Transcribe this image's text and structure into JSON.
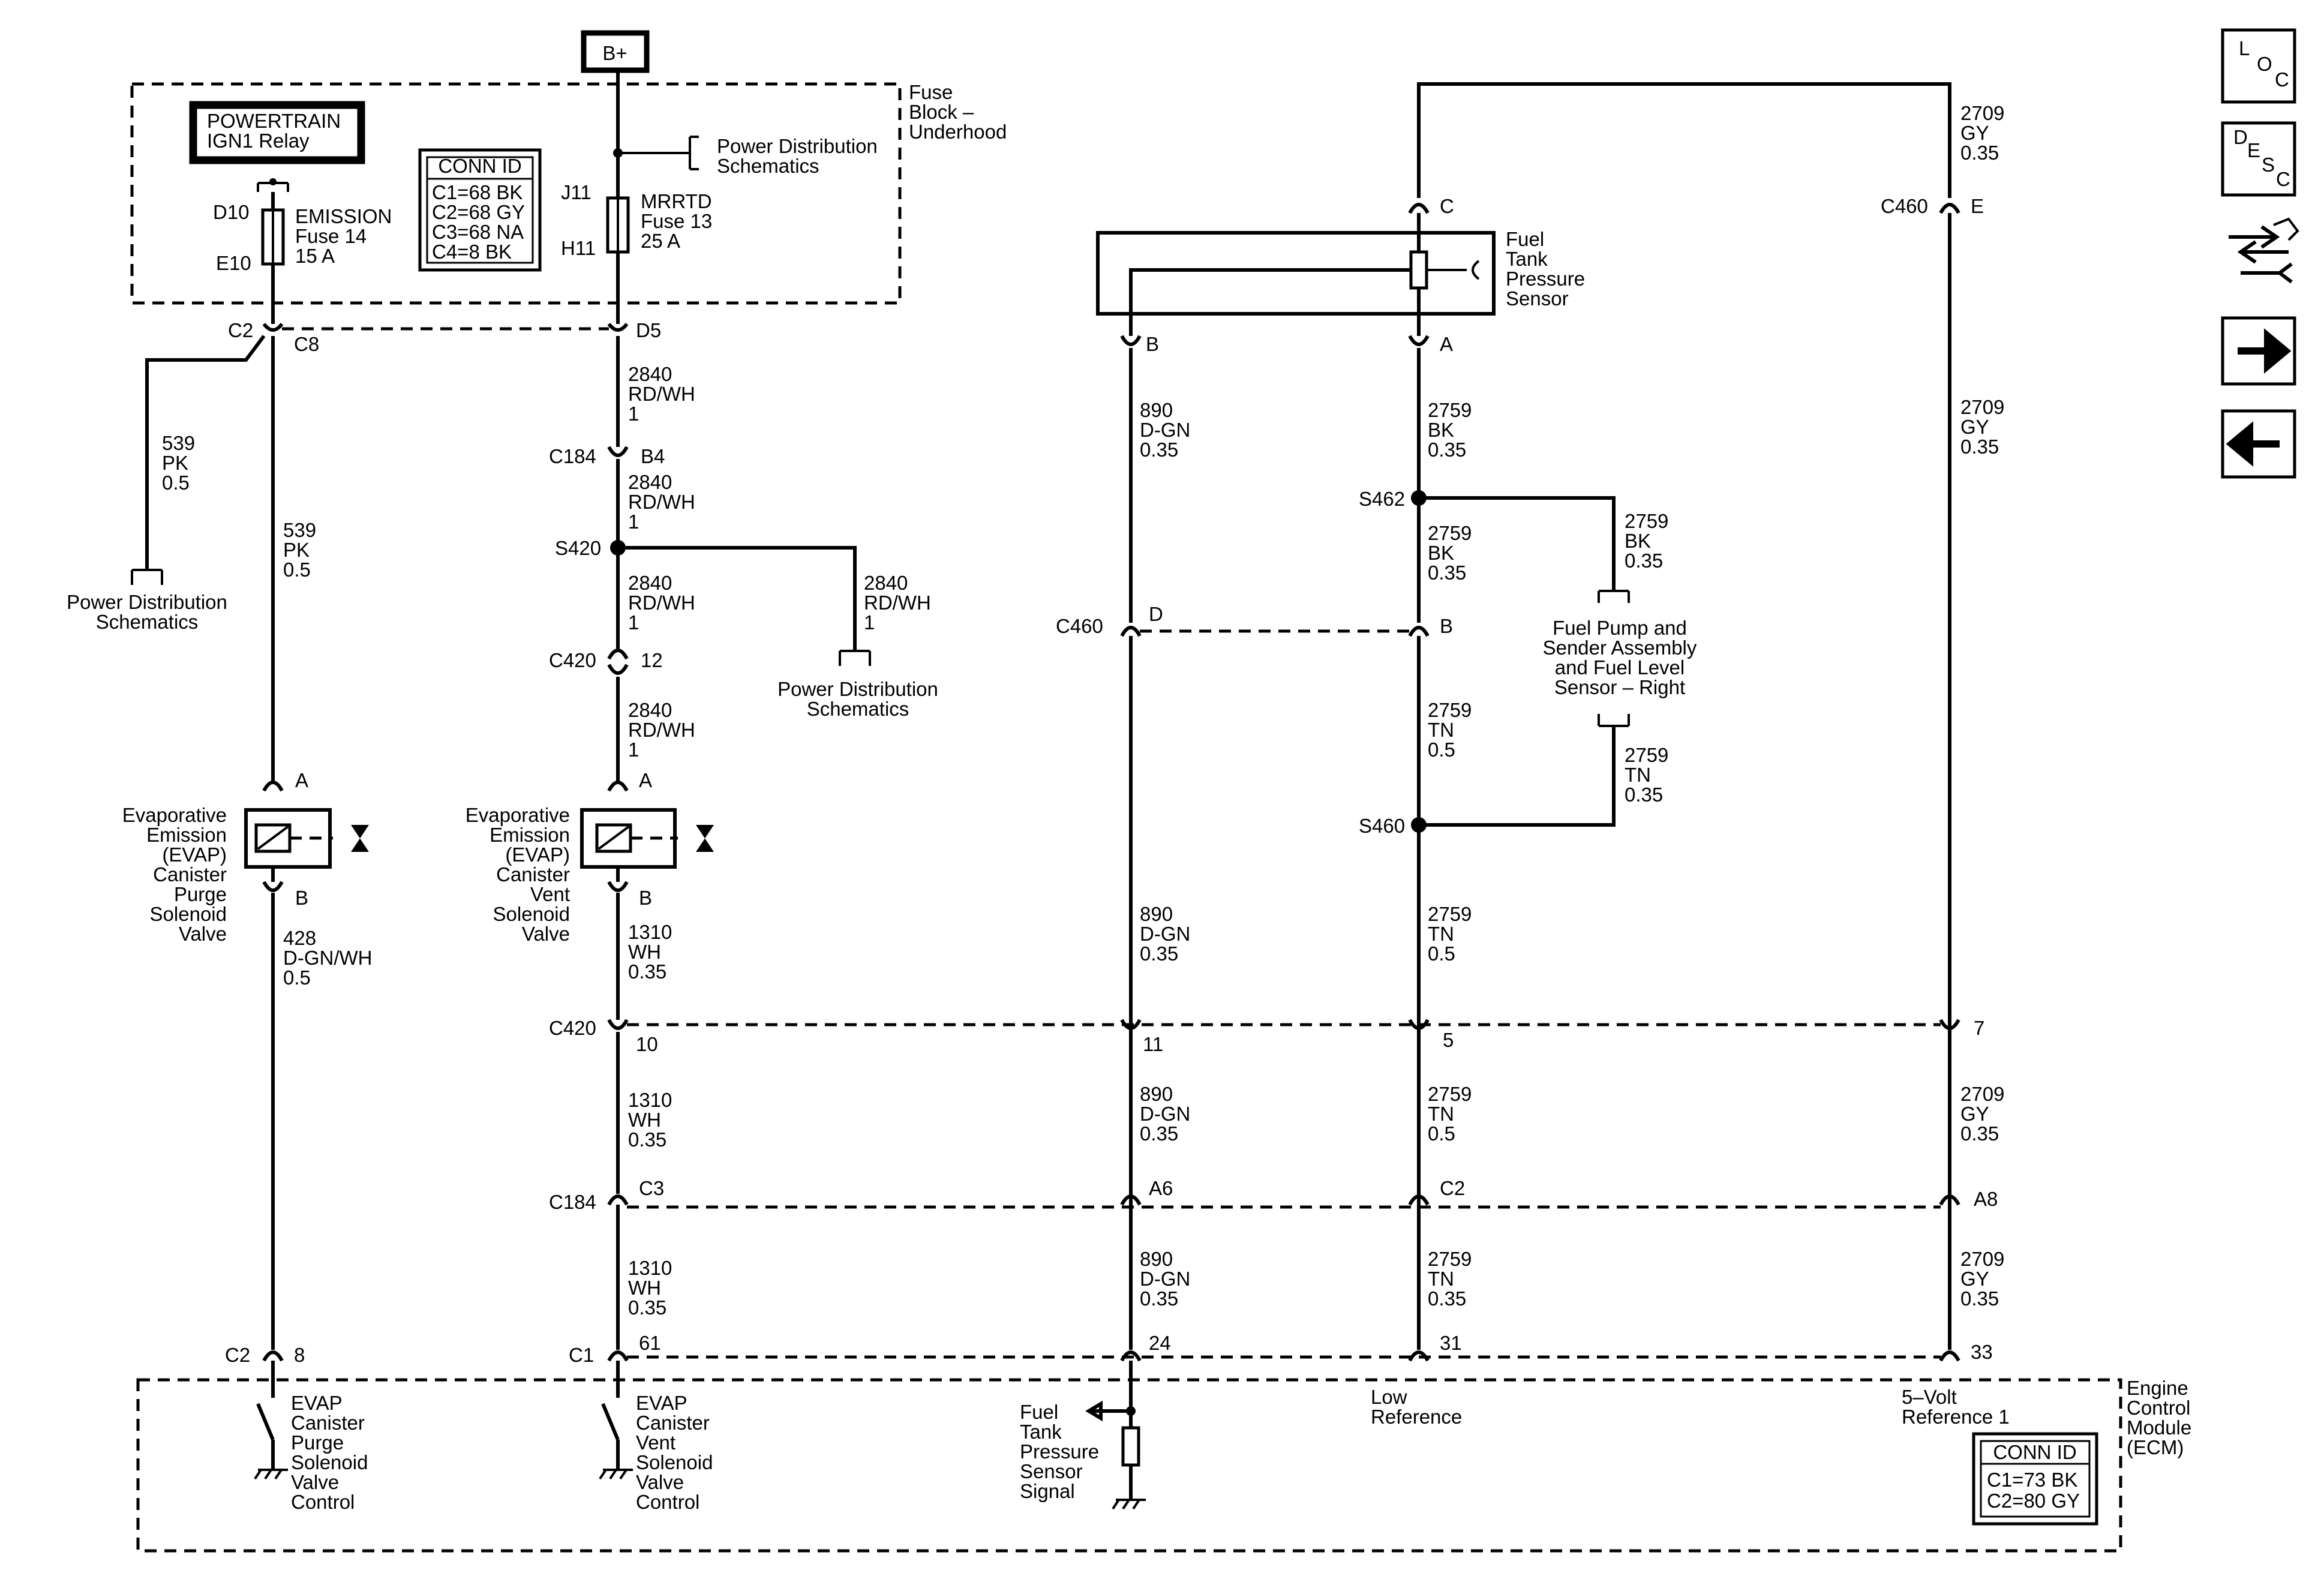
{
  "supply": "B+",
  "fuse_block": {
    "line1": "Fuse",
    "line2": "Block –",
    "line3": "Underhood"
  },
  "relay": {
    "line1": "POWERTRAIN",
    "line2": "IGN1 Relay"
  },
  "fuse_conn": {
    "title": "CONN ID",
    "rows": [
      "C1=68 BK",
      "C2=68 GY",
      "C3=68 NA",
      "C4=8 BK"
    ]
  },
  "fuse14": {
    "top_pin": "D10",
    "bottom_pin": "E10",
    "line1": "EMISSION",
    "line2": "Fuse 14",
    "line3": "15 A"
  },
  "fuse13": {
    "top_pin": "J11",
    "bottom_pin": "H11",
    "line1": "MRRTD",
    "line2": "Fuse 13",
    "line3": "25 A"
  },
  "pds_top": {
    "line1": "Power Distribution",
    "line2": "Schematics"
  },
  "pds_left": {
    "line1": "Power Distribution",
    "line2": "Schematics"
  },
  "pds_mid": {
    "line1": "Power Distribution",
    "line2": "Schematics"
  },
  "conn": {
    "c2": "C2",
    "c8": "C8",
    "d5": "D5",
    "c184": "C184",
    "b4": "B4",
    "c3": "C3",
    "a6": "A6",
    "c2b": "C2",
    "a8": "A8",
    "s420": "S420",
    "c420": "C420",
    "p12": "12",
    "p10": "10",
    "p11": "11",
    "p5": "5",
    "p7": "7",
    "c460": "C460",
    "d": "D",
    "b": "B",
    "e": "E",
    "c": "C",
    "sens_b": "B",
    "sens_a": "A",
    "s462": "S462",
    "s460": "S460",
    "ecm_c2": "C2",
    "p8": "8",
    "ecm_c1": "C1",
    "p61": "61",
    "p24": "24",
    "p31": "31",
    "p33": "33",
    "purge_a": "A",
    "purge_b": "B",
    "vent_a": "A",
    "vent_b": "B"
  },
  "wires": {
    "w539_left": [
      "539",
      "PK",
      "0.5"
    ],
    "w539": [
      "539",
      "PK",
      "0.5"
    ],
    "w2840_1": [
      "2840",
      "RD/WH",
      "1"
    ],
    "w2840_2": [
      "2840",
      "RD/WH",
      "1"
    ],
    "w2840_3": [
      "2840",
      "RD/WH",
      "1"
    ],
    "w2840_branch": [
      "2840",
      "RD/WH",
      "1"
    ],
    "w2840_4": [
      "2840",
      "RD/WH",
      "1"
    ],
    "w428": [
      "428",
      "D-GN/WH",
      "0.5"
    ],
    "w1310_1": [
      "1310",
      "WH",
      "0.35"
    ],
    "w1310_2": [
      "1310",
      "WH",
      "0.35"
    ],
    "w1310_3": [
      "1310",
      "WH",
      "0.35"
    ],
    "w890_1": [
      "890",
      "D-GN",
      "0.35"
    ],
    "w890_2": [
      "890",
      "D-GN",
      "0.35"
    ],
    "w890_3": [
      "890",
      "D-GN",
      "0.35"
    ],
    "w890_4": [
      "890",
      "D-GN",
      "0.35"
    ],
    "w2759_1": [
      "2759",
      "BK",
      "0.35"
    ],
    "w2759_2": [
      "2759",
      "BK",
      "0.35"
    ],
    "w2759_branch1": [
      "2759",
      "BK",
      "0.35"
    ],
    "w2759_tn1": [
      "2759",
      "TN",
      "0.5"
    ],
    "w2759_branch2": [
      "2759",
      "TN",
      "0.35"
    ],
    "w2759_tn2": [
      "2759",
      "TN",
      "0.5"
    ],
    "w2759_tn3": [
      "2759",
      "TN",
      "0.5"
    ],
    "w2759_tn4": [
      "2759",
      "TN",
      "0.35"
    ],
    "w2709_1": [
      "2709",
      "GY",
      "0.35"
    ],
    "w2709_2": [
      "2709",
      "GY",
      "0.35"
    ],
    "w2709_3": [
      "2709",
      "GY",
      "0.35"
    ],
    "w2709_4": [
      "2709",
      "GY",
      "0.35"
    ]
  },
  "purge_valve": [
    "Evaporative",
    "Emission",
    "(EVAP)",
    "Canister",
    "Purge",
    "Solenoid",
    "Valve"
  ],
  "vent_valve": [
    "Evaporative",
    "Emission",
    "(EVAP)",
    "Canister",
    "Vent",
    "Solenoid",
    "Valve"
  ],
  "fuel_tank_sensor": [
    "Fuel",
    "Tank",
    "Pressure",
    "Sensor"
  ],
  "fuel_pump": [
    "Fuel Pump and",
    "Sender Assembly",
    "and Fuel Level",
    "Sensor – Right"
  ],
  "ecm": {
    "name": [
      "Engine",
      "Control",
      "Module",
      "(ECM)"
    ],
    "purge_ctrl": [
      "EVAP",
      "Canister",
      "Purge",
      "Solenoid",
      "Valve",
      "Control"
    ],
    "vent_ctrl": [
      "EVAP",
      "Canister",
      "Vent",
      "Solenoid",
      "Valve",
      "Control"
    ],
    "ftp_signal": [
      "Fuel",
      "Tank",
      "Pressure",
      "Sensor",
      "Signal"
    ],
    "low_ref": [
      "Low",
      "Reference"
    ],
    "ref5v": [
      "5–Volt",
      "Reference 1"
    ],
    "conn_title": "CONN ID",
    "conn_rows": [
      "C1=73 BK",
      "C2=80 GY"
    ]
  },
  "nav": {
    "loc": [
      "L",
      "O",
      "C"
    ],
    "desc": [
      "D",
      "E",
      "S",
      "C"
    ]
  }
}
